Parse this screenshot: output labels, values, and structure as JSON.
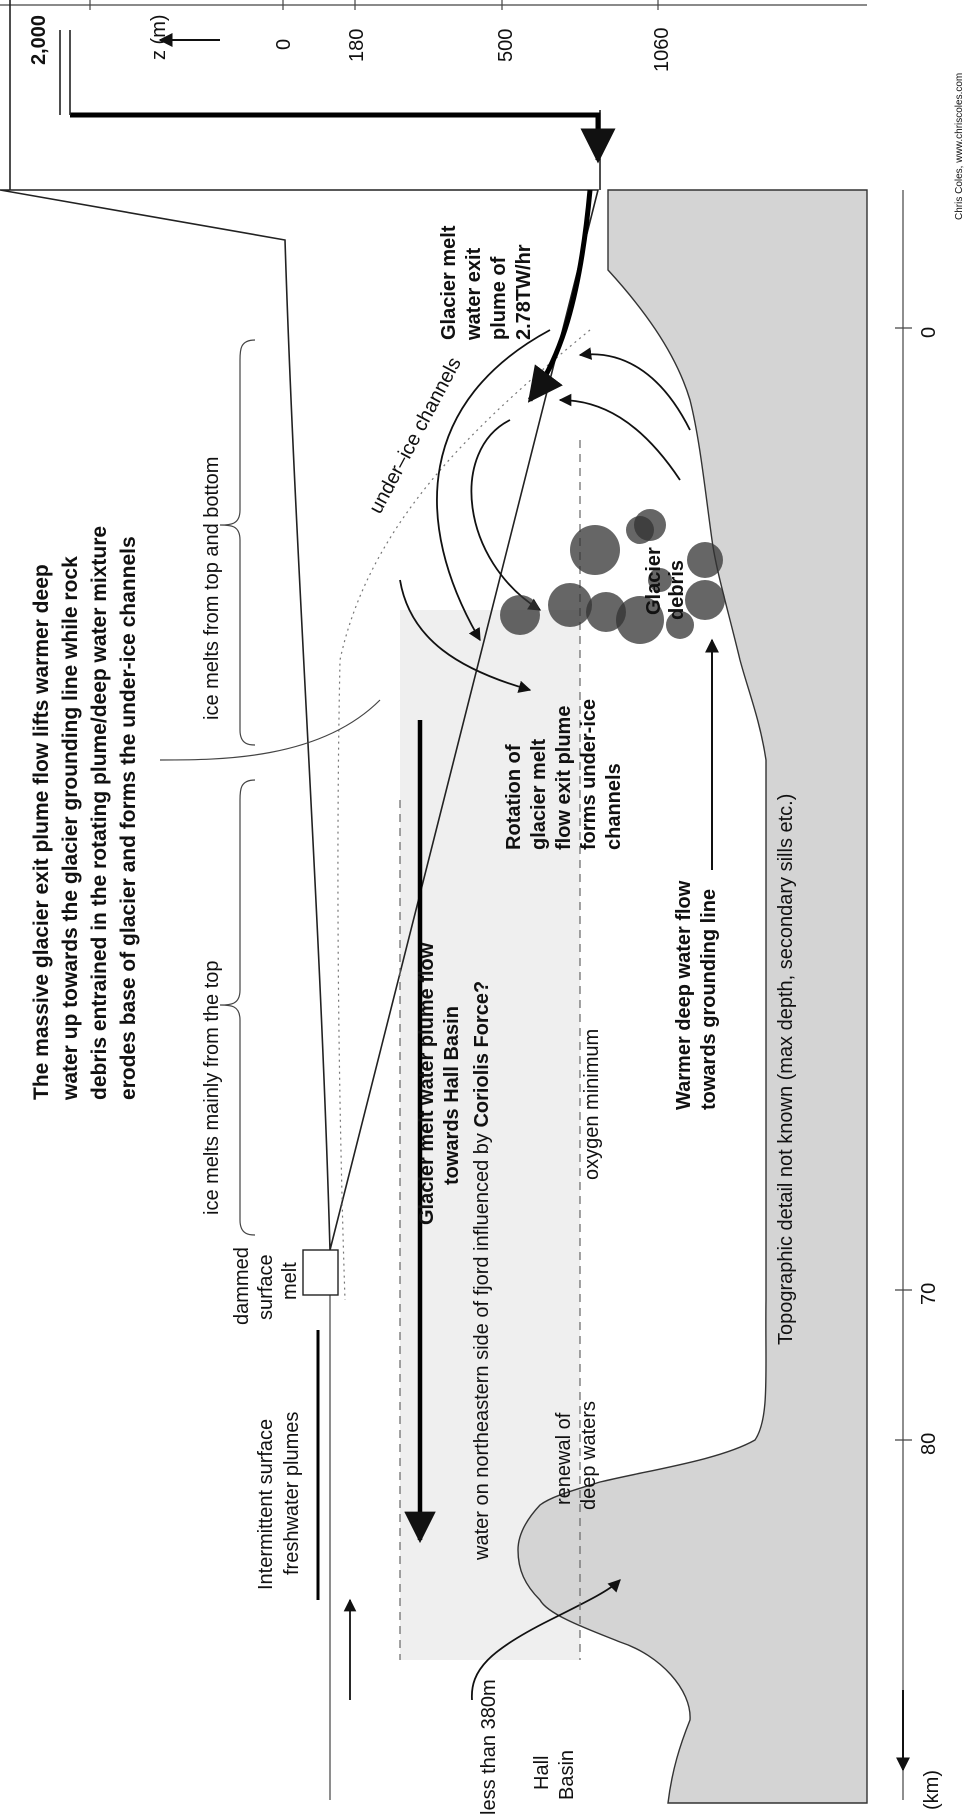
{
  "depth_axis": {
    "label": "z (m)",
    "ticks": [
      "2,000",
      "0",
      "180",
      "500",
      "1060"
    ]
  },
  "distance_axis": {
    "label": "(km)",
    "ticks": [
      "0",
      "70",
      "80"
    ]
  },
  "labels": {
    "main_caption": [
      "The massive glacier exit plume flow lifts warmer deep",
      "water up towards the glacier grounding line while rock",
      "debris entrained in the rotating plume/deep water mixture",
      "erodes base of glacier and forms the under-ice channels"
    ],
    "exit_plume": [
      "Glacier melt",
      "water exit",
      "plume of",
      "2.78TW/hr"
    ],
    "under_ice_channels": "under–ice  channels",
    "ice_melts_top_bottom": "ice melts from top and bottom",
    "ice_melts_top": "ice melts mainly from the top",
    "glacier_debris": [
      "Glacier",
      "debris"
    ],
    "rotation": [
      "Rotation of",
      "glacier melt",
      "flow exit plume",
      "forms under-ice",
      "channels"
    ],
    "coriolis_prefix": "water on northeastern side of fjord influenced by ",
    "coriolis_bold": "Coriolis Force?",
    "plume_flow": [
      "Glacier melt water plume flow",
      "towards Hall Basin"
    ],
    "oxygen_minimum": "oxygen minimum",
    "warmer_deep": [
      "Warmer deep water flow",
      "towards grounding line"
    ],
    "topographic": "Topographic detail not known (max depth, secondary sills etc.)",
    "dammed": [
      "dammed",
      "surface",
      "melt"
    ],
    "intermittent": [
      "Intermittent surface",
      "freshwater plumes"
    ],
    "renewal": [
      "renewal of",
      "deep waters"
    ],
    "hall_basin": [
      "Hall",
      "Basin"
    ],
    "less_than": "less than 380m",
    "credit": "Chris Coles, www.chriscoles.com"
  },
  "colors": {
    "seabed_fill": "#d4d4d4",
    "oxygen_band_fill": "#efefef",
    "ink": "#111111"
  }
}
